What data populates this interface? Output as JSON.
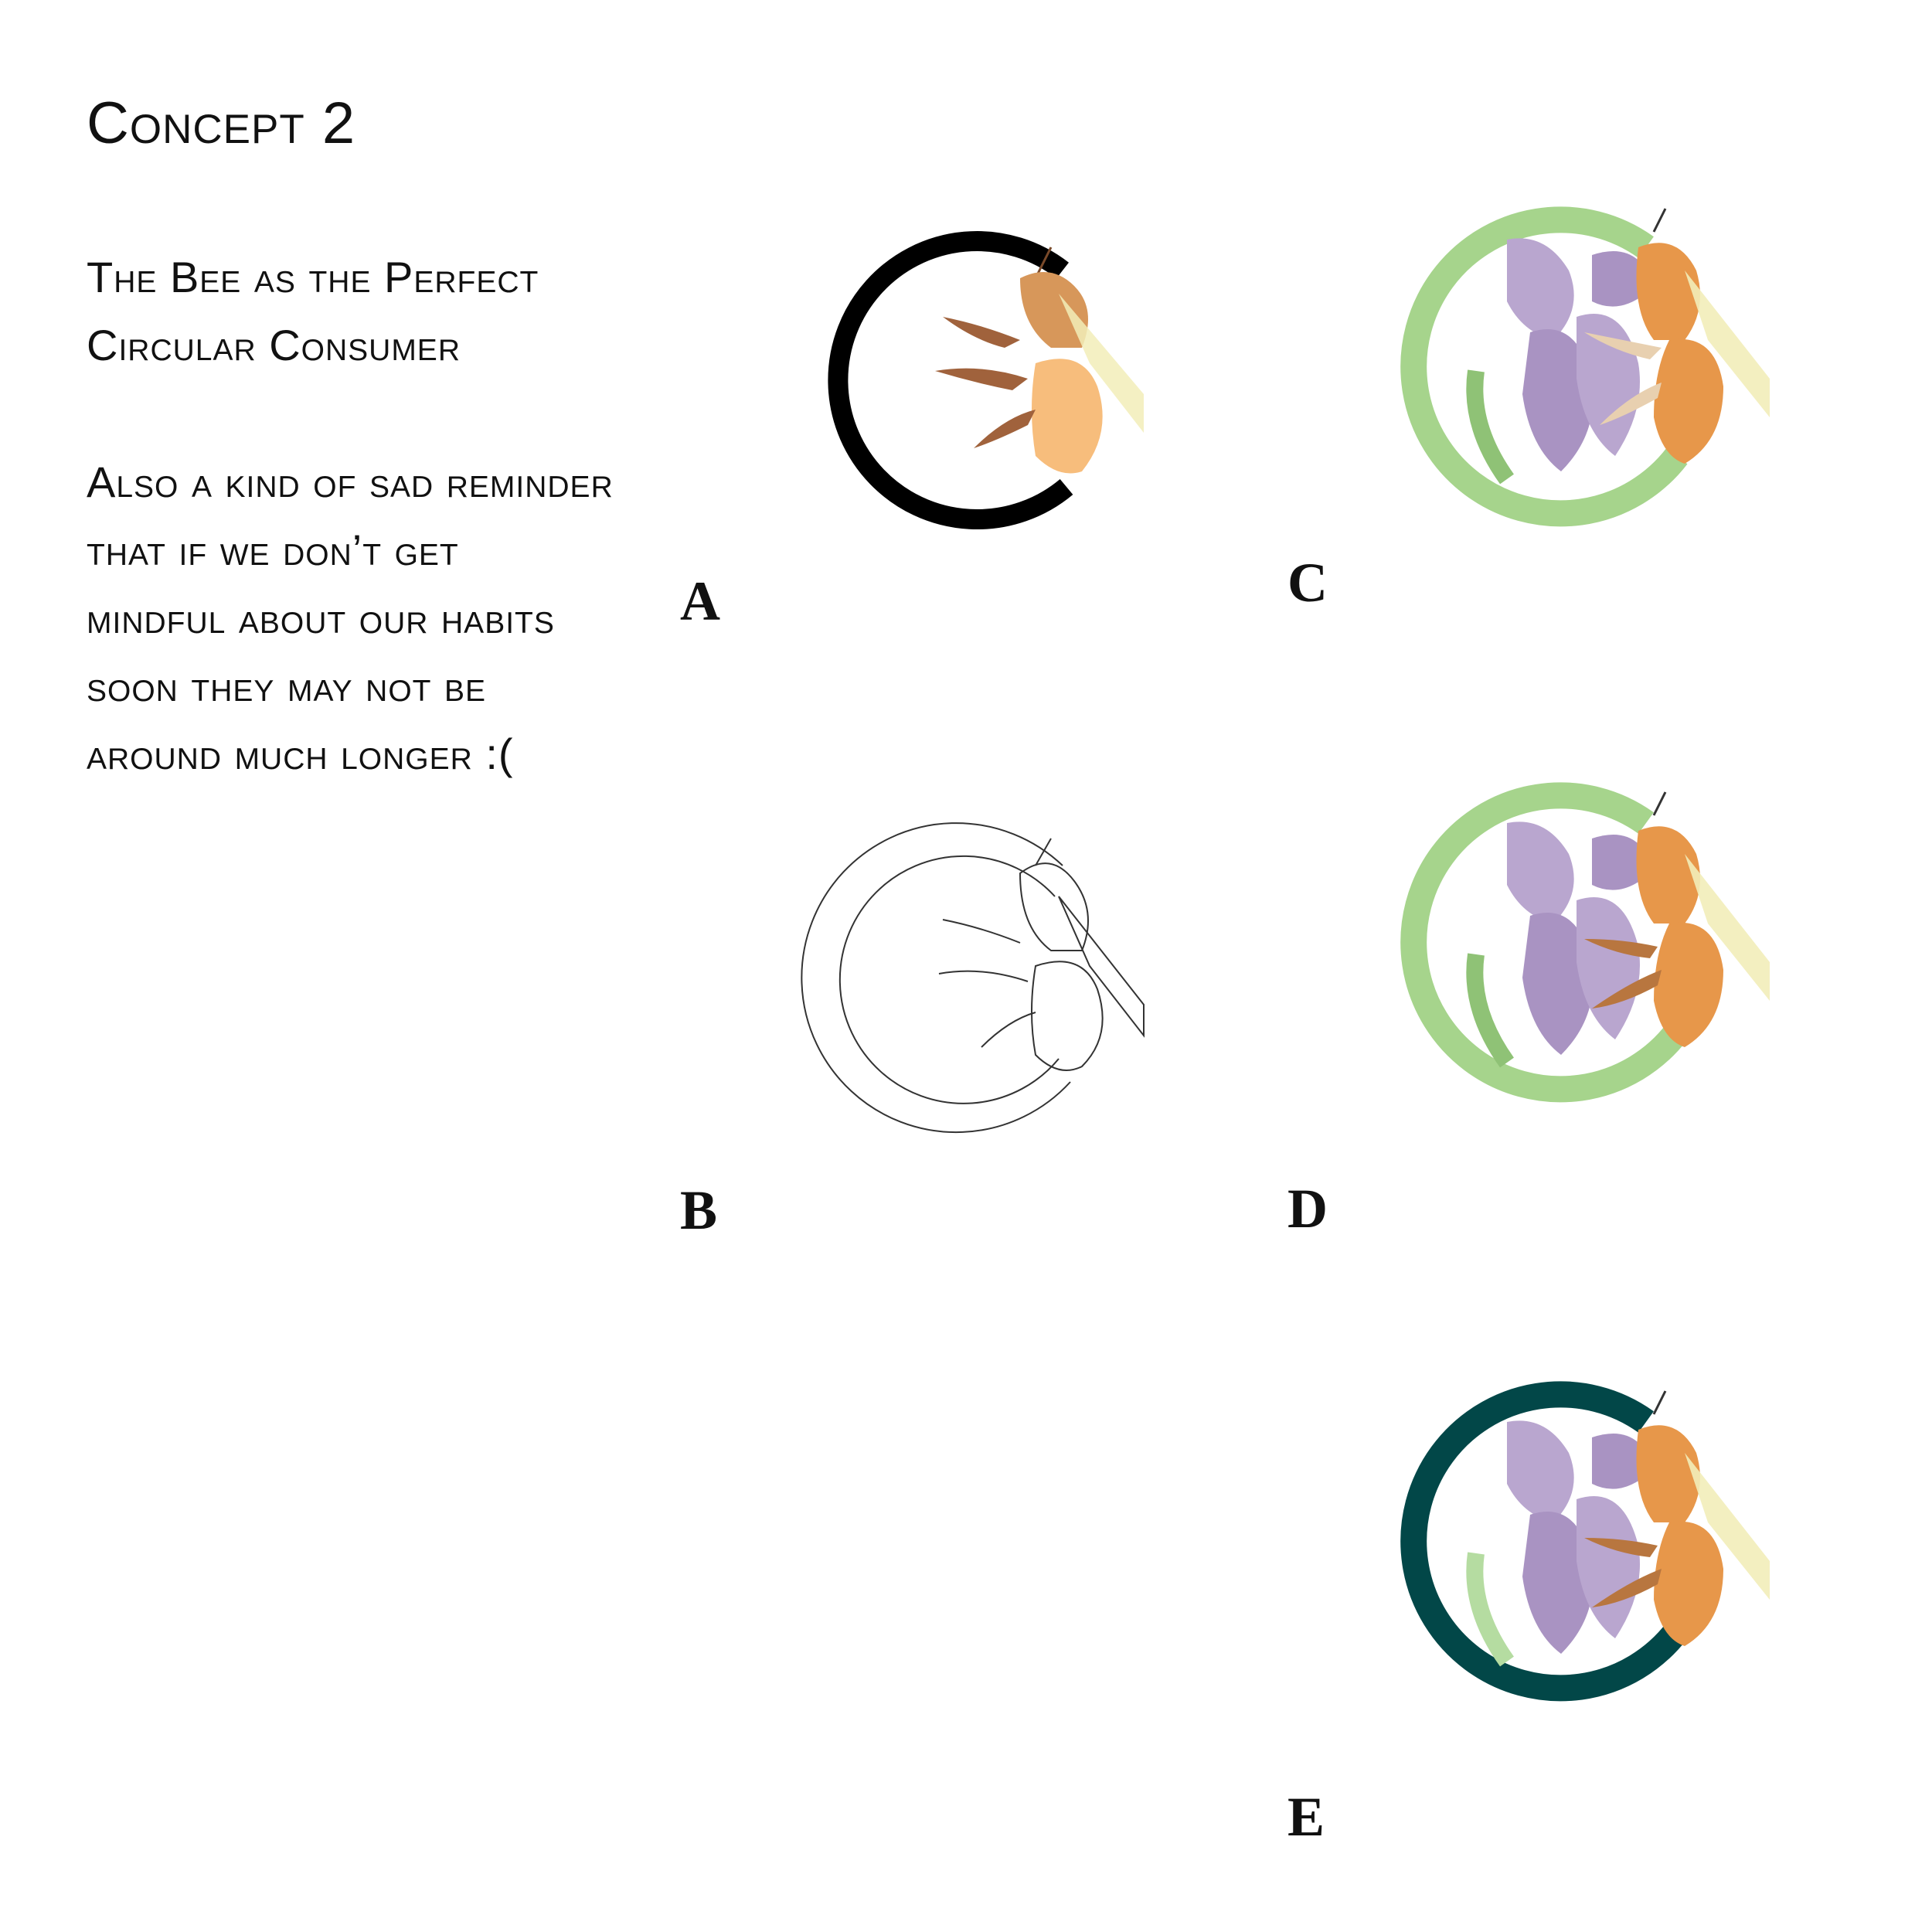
{
  "page": {
    "title": "Concept 2",
    "subtitle_lines": [
      "The Bee as the Perfect",
      "Circular Consumer"
    ],
    "note_lines": [
      "Also a kind of sad reminder",
      "that if we don’t get",
      "mindful about our habits",
      "soon they may not be",
      "around much longer :("
    ]
  },
  "concepts": [
    {
      "id": "A",
      "label": "A",
      "style": "black-ring",
      "ring_color": "#000000"
    },
    {
      "id": "B",
      "label": "B",
      "style": "outline",
      "ring_color": "#333333"
    },
    {
      "id": "C",
      "label": "C",
      "style": "color-light-green",
      "ring_color": "#a6d48c"
    },
    {
      "id": "D",
      "label": "D",
      "style": "color-light-green",
      "ring_color": "#a6d48c"
    },
    {
      "id": "E",
      "label": "E",
      "style": "color-dark-teal",
      "ring_color": "#024748"
    }
  ],
  "colors": {
    "bee_body": "#e7974a",
    "bee_light": "#f7bd7c",
    "bee_leg": "#a0623c",
    "wing": "#f2edb9",
    "lavender": "#b9a6cf",
    "lavender_dark": "#a993c2",
    "leaf": "#9fd082"
  }
}
